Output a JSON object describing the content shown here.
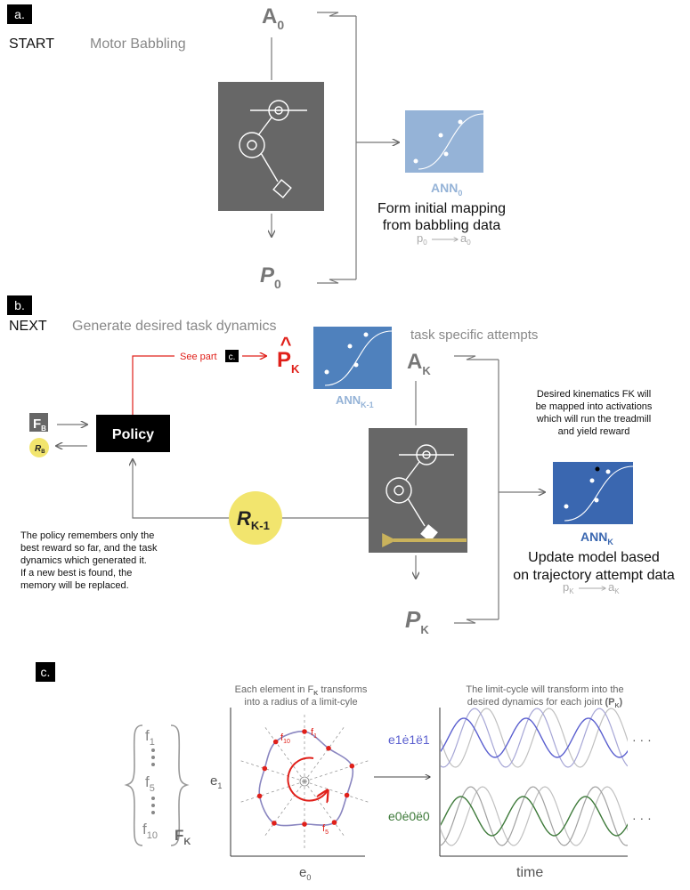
{
  "panel_a": {
    "tag": "a.",
    "start_label": "START",
    "step_title": "Motor Babbling",
    "a0": {
      "main": "A",
      "sub": "0"
    },
    "p0": {
      "main": "P",
      "sub": "0"
    },
    "ann0": {
      "main": "ANN",
      "sub": "0"
    },
    "caption_line1": "Form initial mapping",
    "caption_line2": "from babbling data",
    "map_from": {
      "main": "p",
      "sub": "0"
    },
    "map_to": {
      "main": "a",
      "sub": "0"
    }
  },
  "panel_b": {
    "tag": "b.",
    "next_label": "NEXT",
    "step_title": "Generate desired task dynamics",
    "see_part": "See part",
    "see_part_tag": "c.",
    "pk_hat": {
      "hat": "^",
      "main": "P",
      "sub": "K"
    },
    "ann_km1": {
      "main": "ANN",
      "sub": "K-1"
    },
    "task_attempts": "task specific attempts",
    "ak": {
      "main": "A",
      "sub": "K"
    },
    "pk": {
      "main": "P",
      "sub": "K"
    },
    "fb": {
      "main": "F",
      "sub": "B"
    },
    "rb": {
      "main": "R",
      "sub": "B"
    },
    "policy": "Policy",
    "rk1": {
      "main": "R",
      "sub": "K-1"
    },
    "desired_note": [
      "Desired kinematics FK will",
      "be mapped into activations",
      "which will run the treadmill",
      "and yield reward"
    ],
    "annk": {
      "main": "ANN",
      "sub": "K"
    },
    "update_line1": "Update model based",
    "update_line2": "on trajectory attempt data",
    "map_from": {
      "main": "p",
      "sub": "K"
    },
    "map_to": {
      "main": "a",
      "sub": "K"
    },
    "policy_note": [
      "The policy remembers only the",
      "best reward so far, and the task",
      "dynamics which generated it.",
      "If a new best is found, the",
      "memory will be replaced."
    ]
  },
  "panel_c": {
    "tag": "c.",
    "vector": {
      "top": {
        "main": "f",
        "sub": "1"
      },
      "mid": {
        "main": "f",
        "sub": "5"
      },
      "bot": {
        "main": "f",
        "sub": "10"
      }
    },
    "fk": {
      "main": "F",
      "sub": "K"
    },
    "cycle_note_line1": "Each element in F",
    "cycle_note_sub": "K",
    "cycle_note_tail": " transforms",
    "cycle_note_line2": "into a radius of a limit-cyle",
    "e1_axis": {
      "main": "e",
      "sub": "1"
    },
    "e0_axis": {
      "main": "e",
      "sub": "0"
    },
    "f1_lbl": {
      "main": "f",
      "sub": "1"
    },
    "f10_lbl": {
      "main": "f",
      "sub": "10"
    },
    "f5_lbl": {
      "main": "f",
      "sub": "5"
    },
    "dyn_note_line1": "The limit-cycle will transform into the",
    "dyn_note_line2": "desired dynamics for each joint",
    "dyn_note_paren": "(P",
    "dyn_note_sub": "K",
    "dyn_note_close": ")",
    "e1_series": "e1ė1ë1",
    "e0_series": "e0ė0ë0",
    "ellipsis": "· · ·",
    "time_label": "time"
  },
  "colors": {
    "panel_gray": "#676767",
    "ann_light": "#95b3d7",
    "ann_mid": "#4f81bd",
    "ann_dark": "#3a67b0",
    "red": "#e0201a",
    "yellow": "#f2e56e",
    "gold": "#c9b25c",
    "sine_blue": "#5a5fcf",
    "sine_green": "#3e7a3a"
  }
}
